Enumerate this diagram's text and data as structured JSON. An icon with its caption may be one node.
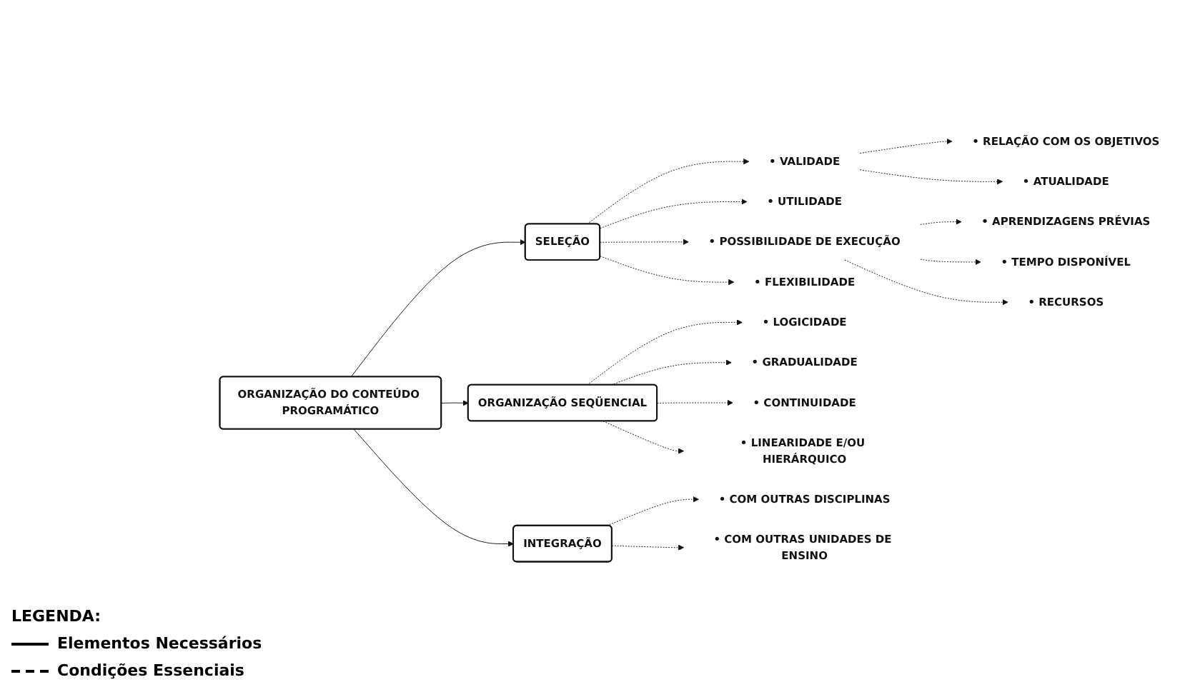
{
  "diagram": {
    "nodes": [
      {
        "text": [
          "ORGANIZAÇÃO DO CONTEÚDO PROGRAMÁTICO"
        ]
      },
      {
        "text": [
          "SELEÇÃO"
        ]
      },
      {
        "text": [
          "• VALIDADE"
        ]
      },
      {
        "text": [
          "• RELAÇÃO COM OS OBJETIVOS"
        ]
      },
      {
        "text": [
          "• ATUALIDADE"
        ]
      },
      {
        "text": [
          "• UTILIDADE"
        ]
      },
      {
        "text": [
          "• POSSIBILIDADE DE EXECUÇÃO"
        ]
      },
      {
        "text": [
          "• APRENDIZAGENS PRÉVIAS"
        ]
      },
      {
        "text": [
          "• TEMPO DISPONÍVEL"
        ]
      },
      {
        "text": [
          "• RECURSOS"
        ]
      },
      {
        "text": [
          "• FLEXIBILIDADE"
        ]
      },
      {
        "text": [
          "ORGANIZAÇÃO SEQÜENCIAL"
        ]
      },
      {
        "text": [
          "• LOGICIDADE"
        ]
      },
      {
        "text": [
          "• GRADUALIDADE"
        ]
      },
      {
        "text": [
          "• CONTINUIDADE"
        ]
      },
      {
        "text": [
          "• LINEARIDADE E/OU HIERÁRQUICO"
        ]
      },
      {
        "text": [
          "INTEGRAÇÃO"
        ]
      },
      {
        "text": [
          "• COM OUTRAS DISCIPLINAS"
        ]
      },
      {
        "text": [
          "• COM OUTRAS UNIDADES DE ENSINO"
        ]
      }
    ],
    "edges": [
      {
        "from": 0,
        "to": 1,
        "arrow": "to"
      },
      {
        "from": 0,
        "to": 11,
        "arrow": "to"
      },
      {
        "from": 0,
        "to": 16,
        "arrow": "to"
      },
      {
        "from": 1,
        "to": 2,
        "arrow": "to",
        "style": "dashed"
      },
      {
        "from": 1,
        "to": 5,
        "arrow": "to",
        "style": "dashed"
      },
      {
        "from": 1,
        "to": 6,
        "arrow": "to",
        "style": "dashed"
      },
      {
        "from": 1,
        "to": 10,
        "arrow": "to",
        "style": "dashed"
      },
      {
        "from": 2,
        "to": 3,
        "arrow": "to",
        "style": "dashed"
      },
      {
        "from": 2,
        "to": 4,
        "arrow": "to",
        "style": "dashed"
      },
      {
        "from": 6,
        "to": 7,
        "arrow": "to",
        "style": "dashed"
      },
      {
        "from": 6,
        "to": 8,
        "arrow": "to",
        "style": "dashed"
      },
      {
        "from": 6,
        "to": 9,
        "arrow": "to",
        "style": "dashed"
      },
      {
        "from": 11,
        "to": 12,
        "arrow": "to",
        "style": "dashed"
      },
      {
        "from": 11,
        "to": 13,
        "arrow": "to",
        "style": "dashed"
      },
      {
        "from": 11,
        "to": 14,
        "arrow": "to",
        "style": "dashed"
      },
      {
        "from": 11,
        "to": 15,
        "arrow": "to",
        "style": "dashed"
      },
      {
        "from": 16,
        "to": 17,
        "arrow": "to",
        "style": "dashed"
      },
      {
        "from": 16,
        "to": 18,
        "arrow": "to",
        "style": "dashed"
      }
    ],
    "labels": [
      "LEGENDA:"
    ],
    "legend": [
      {
        "text": "Elementos Necessários"
      },
      {
        "text": "Condições Essenciais"
      }
    ]
  }
}
